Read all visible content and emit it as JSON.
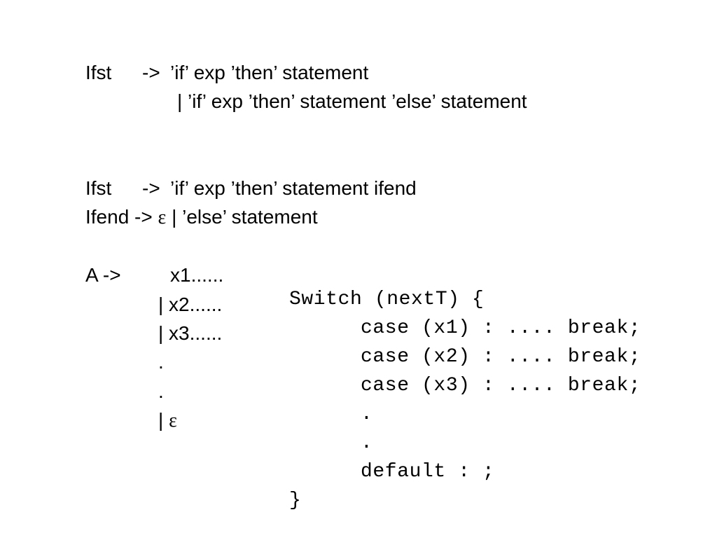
{
  "grammar_if": {
    "line1": {
      "head": "Ifst",
      "arrow": "->",
      "body": "’if’ exp ’then’ statement"
    },
    "line2": {
      "body": "| ’if’ exp ’then’ statement ’else’ statement"
    }
  },
  "grammar_ifend": {
    "line1": {
      "head": "Ifst",
      "arrow": "->",
      "body": "’if’ exp ’then’ statement ifend"
    },
    "line2": {
      "head": "Ifend ->",
      "epsilon": "ε",
      "rest": "| ’else’ statement"
    }
  },
  "grammar_a": {
    "head": "A ->",
    "first": "x1......",
    "alt2": "| x2......",
    "alt3": "| x3......",
    "dot1": ".",
    "dot2": ".",
    "last_bar": "|",
    "last_eps": "ε"
  },
  "switch_code": {
    "open": "Switch (nextT) {",
    "case1": "case (x1) : .... break;",
    "case2": "case (x2) : .... break;",
    "case3": "case (x3) : .... break;",
    "dot1": ".",
    "dot2": ".",
    "default": "default : ;",
    "close": "}"
  }
}
